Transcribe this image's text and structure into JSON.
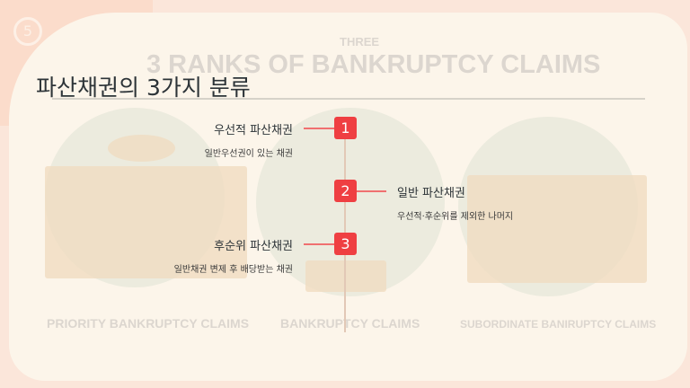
{
  "logo": {
    "label": "5"
  },
  "background": {
    "eyebrow": "THREE",
    "heading": "3 RANKS OF BANKRUPTCY CLAIMS",
    "columns": [
      "PRIORITY BANKRUPTCY CLAIMS",
      "BANKRUPTCY CLAIMS",
      "SUBORDINATE BANIRUPTCY CLAIMS"
    ]
  },
  "title": "파산채권의 3가지 분류",
  "items": [
    {
      "number": "1",
      "label": "우선적 파산채권",
      "desc": "일반우선권이 있는 채권"
    },
    {
      "number": "2",
      "label": "일반 파산채권",
      "desc": "우선적·후순위를 제외한 나머지"
    },
    {
      "number": "3",
      "label": "후순위 파산채권",
      "desc": "일반채권 변제 후 배당받는 채권"
    }
  ],
  "colors": {
    "accent": "#ef3f42",
    "connector": "#f07070"
  }
}
